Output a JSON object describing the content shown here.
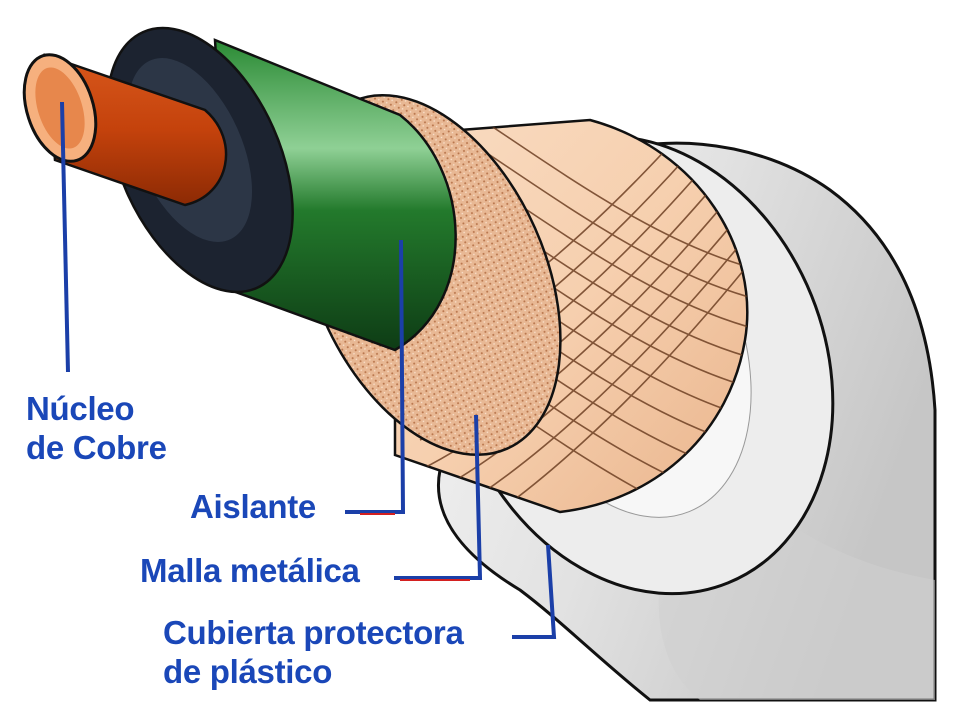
{
  "labels": {
    "nucleo": "Núcleo\nde Cobre",
    "aislante": "Aislante",
    "malla": "Malla metálica",
    "cubierta": "Cubierta protectora\nde plástico"
  },
  "colors": {
    "label_text": "#1a47b8",
    "leader_line": "#1b3fa8",
    "leader_accent": "#d42020",
    "copper": "#c4420c",
    "copper_face": "#f0a070",
    "insulator": "#1f6e28",
    "insulator_dark": "#0f3f16",
    "inner_black": "#1c2330",
    "braid_fill": "#f6cfae",
    "braid_wire": "#7a4a2c",
    "foam": "#d9a27a",
    "jacket": "#e6e6e6",
    "jacket_shadow": "#c8c8c8",
    "outline": "#111111"
  }
}
